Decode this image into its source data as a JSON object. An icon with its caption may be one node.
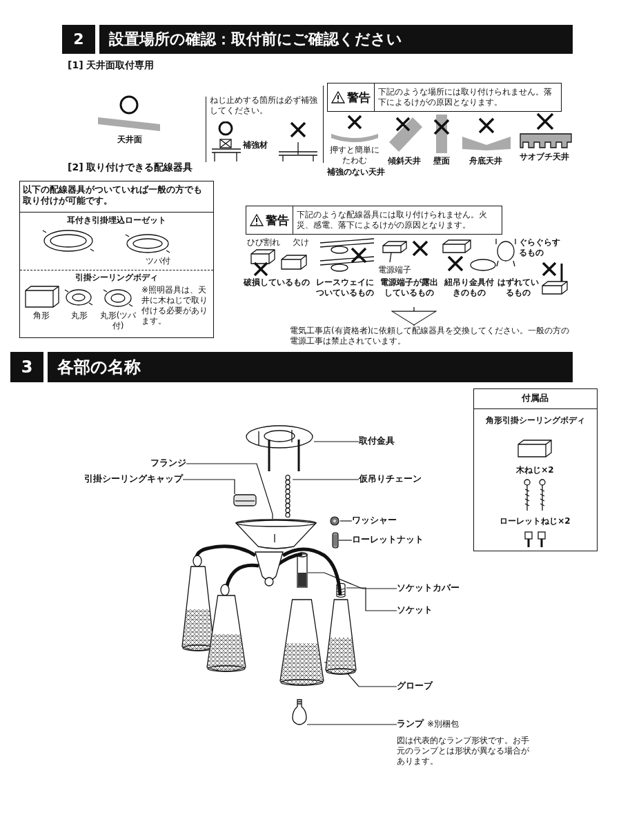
{
  "diagram": {
    "nodes": [
      {
        "text": [
          "2",
          "設置場所の確認：取付前にご確認ください"
        ]
      },
      {
        "text": [
          "警告",
          "下記のような場所には取り付けられません。落下によるけがの原因となります。"
        ]
      },
      {
        "text": [
          "以下の配線器具がついていれば一般の方でも取り付けが可能です。",
          "耳付き引掛埋込ローゼット",
          "ツバ付",
          "引掛シーリングボディ",
          "角形",
          "丸形",
          "丸形(ツバ付)",
          "※照明器具は、天井に木ねじで取り付ける必要があります。"
        ]
      },
      {
        "text": [
          "警告",
          "下記のような配線器具には取り付けられません。火災、感電、落下によるけがの原因となります。"
        ]
      },
      {
        "text": [
          "3",
          "各部の名称"
        ]
      },
      {
        "text": [
          "付属品",
          "角形引掛シーリングボディ",
          "木ねじ×2",
          "ローレットねじ×2"
        ]
      },
      {
        "text": [
          "電気工事店(有資格者)に依頼して配線器具を交換してください。一般の方の電源工事は禁止されています。"
        ]
      },
      {
        "text": [
          "取付金具"
        ]
      },
      {
        "text": [
          "フランジ"
        ]
      },
      {
        "text": [
          "引掛シーリングキャップ"
        ]
      },
      {
        "text": [
          "仮吊りチェーン"
        ]
      },
      {
        "text": [
          "ワッシャー"
        ]
      },
      {
        "text": [
          "ローレットナット"
        ]
      },
      {
        "text": [
          "ソケットカバー"
        ]
      },
      {
        "text": [
          "ソケット"
        ]
      },
      {
        "text": [
          "グローブ"
        ]
      },
      {
        "text": [
          "ランプ"
        ],
        "beside": [
          "※別梱包"
        ]
      },
      {
        "text": [],
        "shape": "picture"
      },
      {
        "text": [],
        "shape": "picture"
      },
      {
        "text": [],
        "shape": "picture"
      },
      {
        "text": [],
        "shape": "picture"
      },
      {
        "text": [],
        "shape": "picture"
      },
      {
        "text": [],
        "shape": "picture"
      },
      {
        "text": [],
        "shape": "picture"
      },
      {
        "text": [],
        "shape": "picture"
      },
      {
        "text": [],
        "shape": "picture"
      },
      {
        "text": [],
        "shape": "picture"
      }
    ],
    "edges": [
      {
        "from": 7,
        "to": 17,
        "arrow": "none"
      },
      {
        "from": 8,
        "to": 18,
        "arrow": "none"
      },
      {
        "from": 9,
        "to": 19,
        "arrow": "none"
      },
      {
        "from": 10,
        "to": 20,
        "arrow": "none"
      },
      {
        "from": 11,
        "to": 21,
        "arrow": "none"
      },
      {
        "from": 12,
        "to": 22,
        "arrow": "none"
      },
      {
        "from": 13,
        "to": 23,
        "arrow": "none"
      },
      {
        "from": 14,
        "to": 24,
        "arrow": "none"
      },
      {
        "from": 15,
        "to": 25,
        "arrow": "none"
      },
      {
        "from": 16,
        "to": 26,
        "arrow": "none"
      },
      {
        "from": null,
        "to": 6,
        "arrow": "to"
      }
    ],
    "labels": [
      "[1] 天井面取付専用",
      "天井面",
      "ねじ止めする箇所は必ず補強してください。",
      "補強材",
      "押すと簡単にたわむ",
      "補強のない天井",
      "傾斜天井",
      "壁面",
      "舟底天井",
      "サオブチ天井",
      "[2] 取り付けできる配線器具",
      "ひび割れ",
      "欠け",
      "破損しているもの",
      "レースウェイについているもの",
      "電源端子",
      "電源端子が露出しているもの",
      "紐吊り金具付きのもの",
      "ぐらぐらするもの",
      "はずれているもの",
      "図は代表的なランプ形状です。お手元のランプとは形状が異なる場合があります。"
    ]
  }
}
